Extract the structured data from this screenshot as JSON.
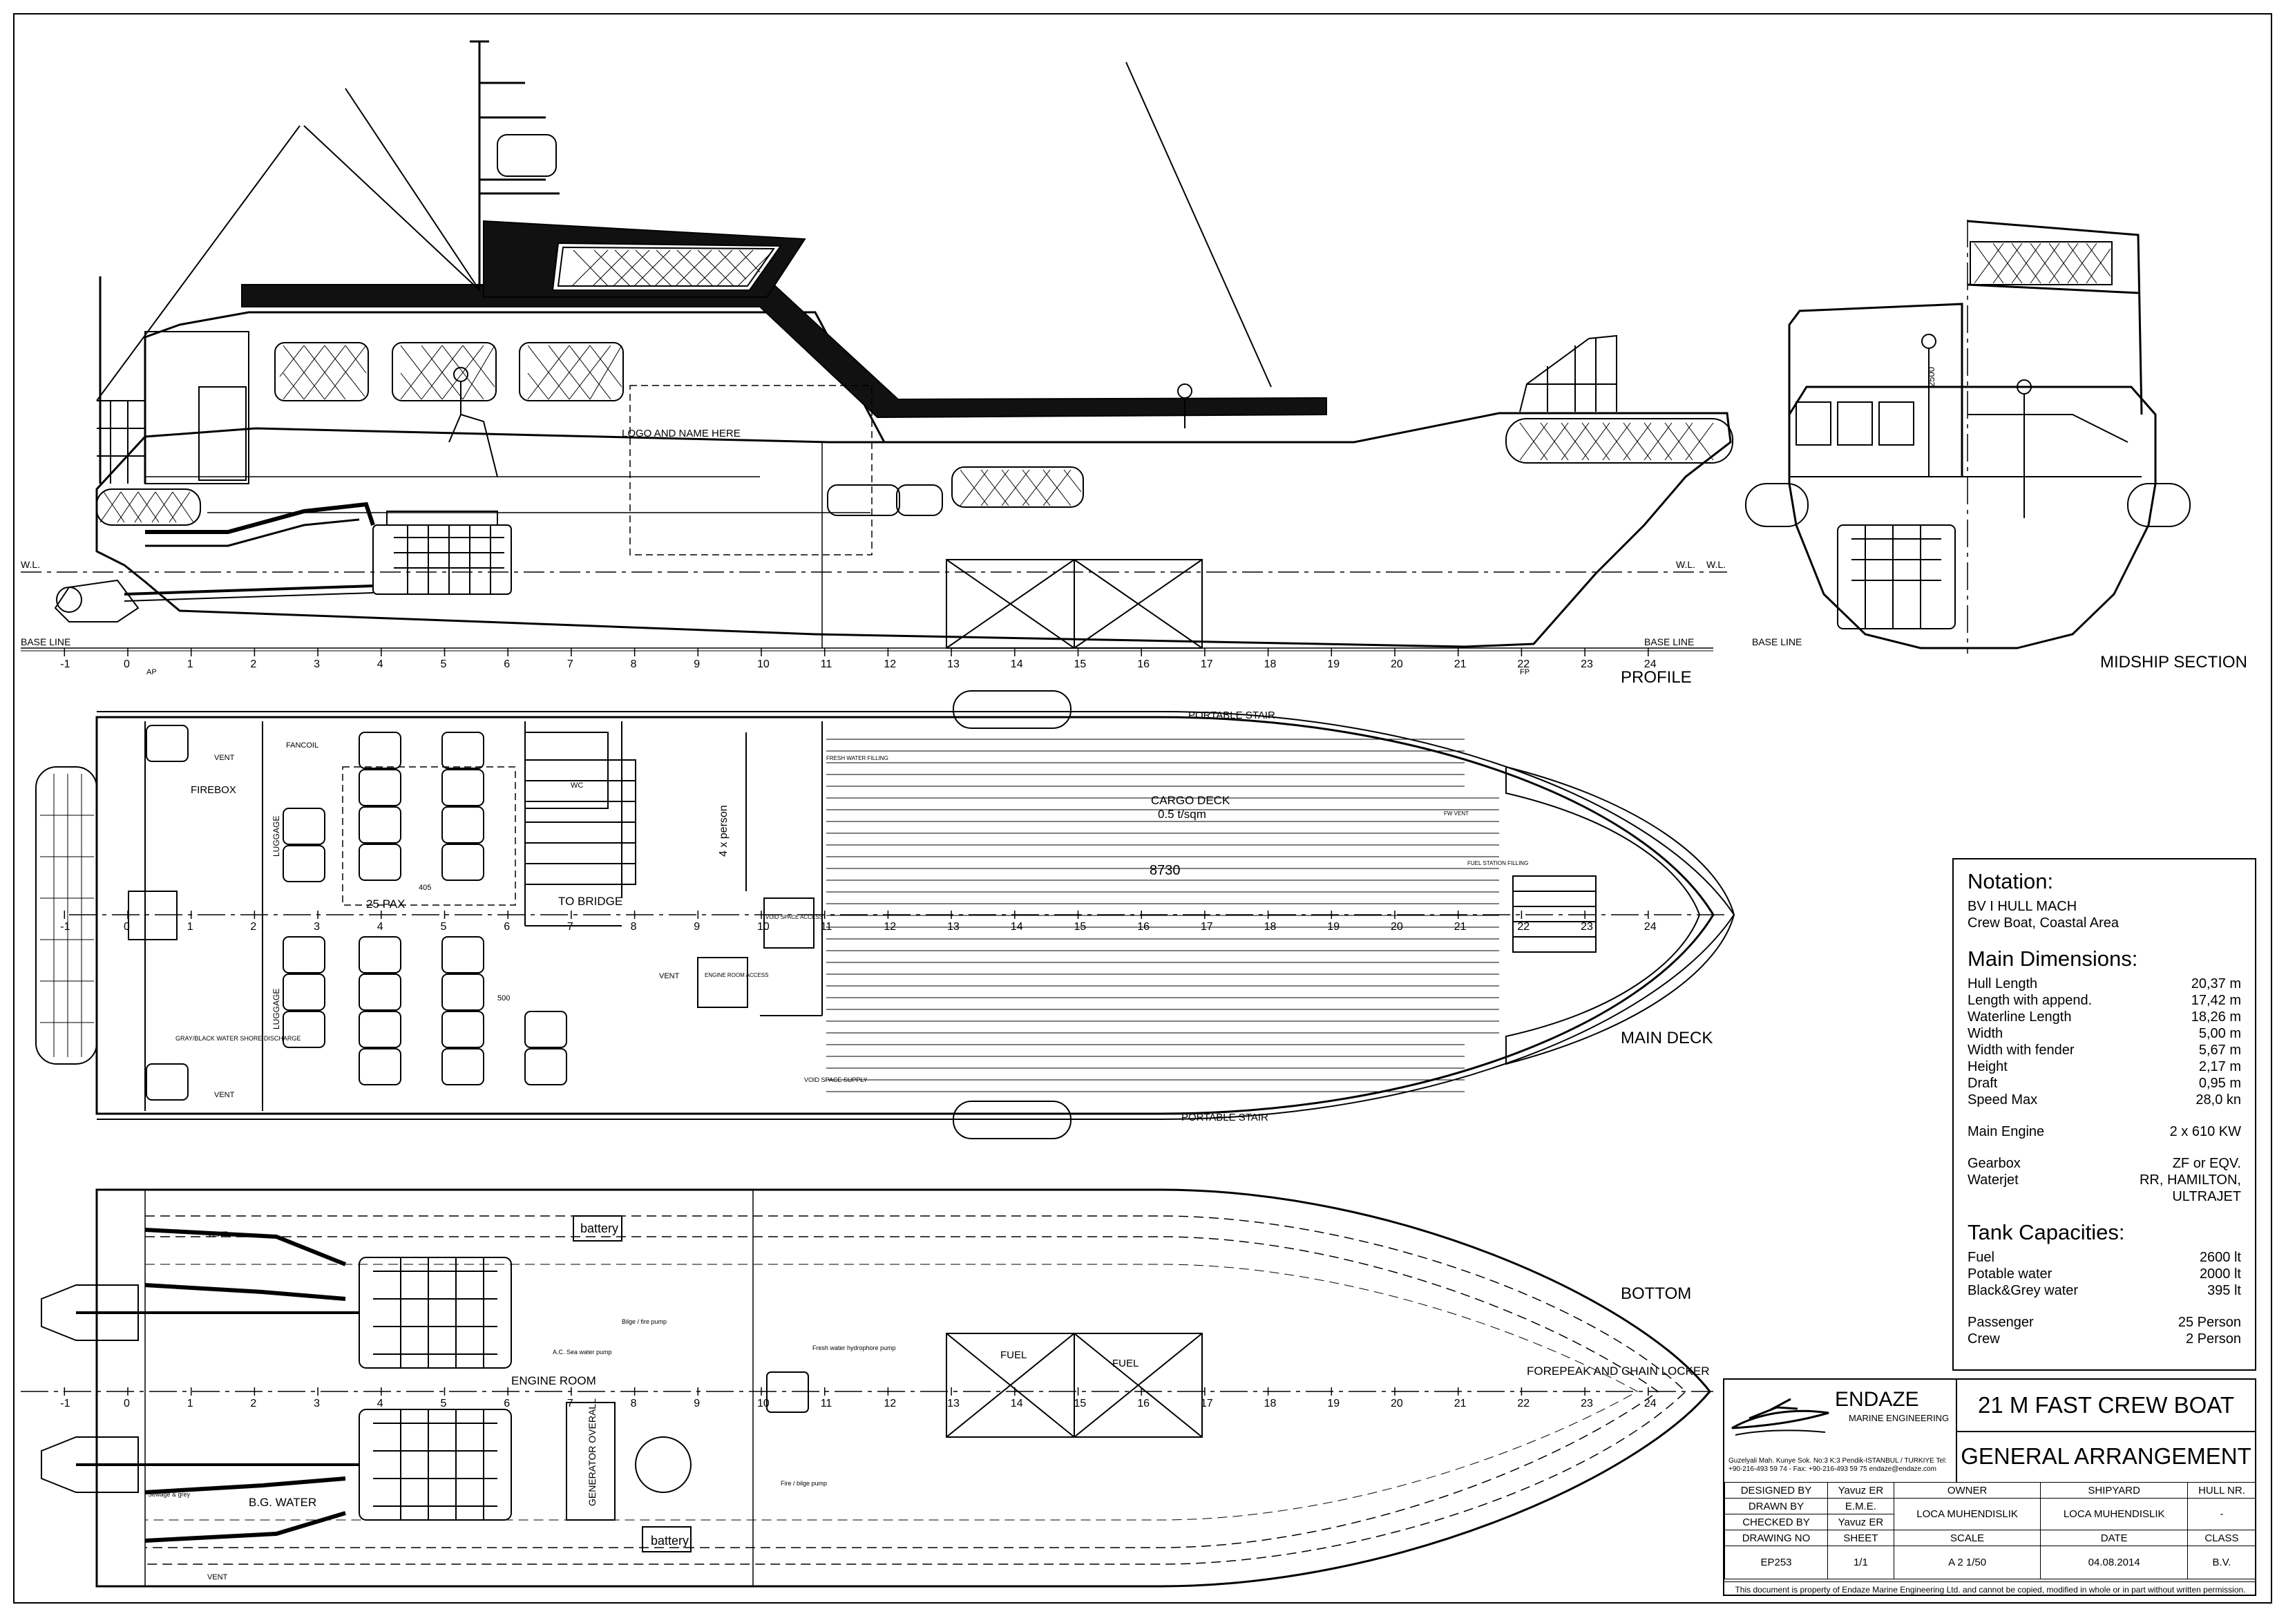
{
  "views": {
    "profile": "PROFILE",
    "midship": "MIDSHIP SECTION",
    "main_deck": "MAIN DECK",
    "bottom": "BOTTOM"
  },
  "profile_labels": {
    "wl_left": "W.L.",
    "wl_right": "W.L.",
    "wl_right2": "W.L.",
    "base_line_left": "BASE LINE",
    "base_line_right": "BASE LINE",
    "base_line_midship": "BASE LINE",
    "ap": "AP",
    "fp": "FP",
    "logo": "LOGO AND NAME HERE",
    "midship_height": "2500"
  },
  "frame_numbers": [
    "-1",
    "0",
    "1",
    "2",
    "3",
    "4",
    "5",
    "6",
    "7",
    "8",
    "9",
    "10",
    "11",
    "12",
    "13",
    "14",
    "15",
    "16",
    "17",
    "18",
    "19",
    "20",
    "21",
    "22",
    "23",
    "24"
  ],
  "deck_labels": {
    "portable_stair_top": "PORTABLE STAIR",
    "portable_stair_bottom": "PORTABLE STAIR",
    "firebox": "FIREBOX",
    "fancoil": "FANCOIL",
    "vent1": "VENT",
    "vent2": "VENT",
    "vent3": "VENT",
    "luggage1": "LUGGAGE",
    "luggage2": "LUGGAGE",
    "pax": "25 PAX",
    "to_bridge": "TO BRIDGE",
    "wc": "WC",
    "four_person": "4 x person",
    "cargo_deck": "CARGO DECK",
    "cargo_load": "0.5 t/sqm",
    "cargo_dim": "8730",
    "fresh_water": "FRESH WATER FILLING",
    "void_space": "VOID SPACE ACCESS",
    "engine_room_access": "ENGINE ROOM ACCESS",
    "void_space_supply": "VOID SPACE SUPPLY",
    "grey_black": "GRAY/BLACK WATER SHORE DISCHARGE",
    "dim_405": "405",
    "dim_500": "500",
    "fw_vent": "FW VENT",
    "fuel_station": "FUEL STATION FILLING"
  },
  "bottom_labels": {
    "battery_top": "battery",
    "battery_bottom": "battery",
    "engine_room": "ENGINE ROOM",
    "fuel1": "FUEL",
    "fuel2": "FUEL",
    "forepeak": "FOREPEAK AND CHAIN LOCKER",
    "generator": "GENERATOR OVERALL",
    "grey_water": "B.G. WATER",
    "vent_top": "VENT",
    "vent_bottom": "VENT",
    "sewage": "Sewage & grey",
    "ac_pump": "A.C. Sea water pump",
    "bilge_pump1": "Bilge / fire pump",
    "bilge_pump2": "Fire / bilge pump",
    "fresh_pump": "Fresh water hydrophore pump"
  },
  "notation": {
    "title": "Notation:",
    "class_lines": [
      "BV I HULL MACH",
      "Crew Boat, Coastal Area"
    ],
    "main_dim_title": "Main Dimensions:",
    "main_dims": [
      {
        "label": "Hull Length",
        "value": "20,37 m"
      },
      {
        "label": "Length with append.",
        "value": "17,42 m"
      },
      {
        "label": "Waterline Length",
        "value": "18,26 m"
      },
      {
        "label": "Width",
        "value": "5,00 m"
      },
      {
        "label": "Width with fender",
        "value": "5,67 m"
      },
      {
        "label": "Height",
        "value": "2,17 m"
      },
      {
        "label": "Draft",
        "value": "0,95 m"
      },
      {
        "label": "Speed Max",
        "value": "28,0 kn"
      }
    ],
    "main_engine": {
      "label": "Main Engine",
      "value": "2 x 610 KW"
    },
    "gearbox": {
      "label": "Gearbox",
      "value": "ZF or EQV."
    },
    "waterjet": {
      "label": "Waterjet",
      "value": "RR, HAMILTON, ULTRAJET"
    },
    "tank_title": "Tank Capacities:",
    "tanks": [
      {
        "label": "Fuel",
        "value": "2600 lt"
      },
      {
        "label": "Potable water",
        "value": "2000 lt"
      },
      {
        "label": "Black&Grey water",
        "value": "395 lt"
      }
    ],
    "passenger": {
      "label": "Passenger",
      "value": "25 Person"
    },
    "crew": {
      "label": "Crew",
      "value": "2 Person"
    }
  },
  "title_block": {
    "company": "ENDAZE",
    "company_sub": "MARINE ENGINEERING",
    "address": "Guzelyali Mah. Kunye Sok. No:3 K:3   Pendik-ISTANBUL / TURKIYE   Tel: +90-216-493 59 74 - Fax: +90-216-493 59 75   endaze@endaze.com",
    "project": "21 M FAST CREW BOAT",
    "drawing": "GENERAL ARRANGEMENT",
    "headers": [
      "DESIGNED BY",
      "Yavuz ER",
      "OWNER",
      "SHIPYARD",
      "HULL NR."
    ],
    "row_drawn": [
      "DRAWN BY",
      "E.M.E.",
      "LOCA MUHENDISLIK",
      "LOCA MUHENDISLIK",
      "-"
    ],
    "row_checked": [
      "CHECKED BY",
      "Yavuz ER"
    ],
    "row_head2": [
      "DRAWING NO",
      "SHEET",
      "SCALE",
      "DATE",
      "CLASS"
    ],
    "row_values": [
      "EP253",
      "1/1",
      "A 2 1/50",
      "04.08.2014",
      "B.V."
    ],
    "note": "This document is property of  Endaze Marine Engineering Ltd. and cannot be copied, modified in whole or in part without written permission."
  }
}
